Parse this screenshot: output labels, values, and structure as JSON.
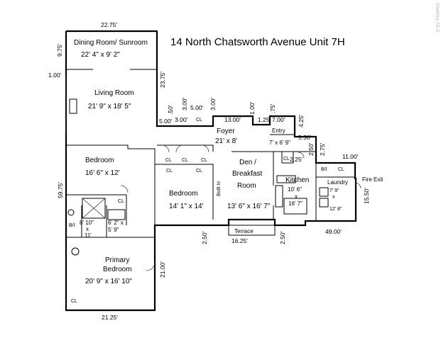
{
  "title": "14 North Chatsworth Avenue Unit 7H",
  "watermark": "OneKey MLS",
  "rooms": {
    "dining": {
      "name": "Dining Room/ Sunroom",
      "size": "22' 4\" x 9' 2\""
    },
    "living": {
      "name": "Living Room",
      "size": "21' 9\" x 18' 5\""
    },
    "bedroom1": {
      "name": "Bedroom",
      "size": "16' 6\" x 12'"
    },
    "bedroom2": {
      "name": "Bedroom",
      "size": "14' 1\" x 14'"
    },
    "primary": {
      "name1": "Primary",
      "name2": "Bedroom",
      "size": "20' 9\" x 16' 10\""
    },
    "foyer": {
      "name": "Foyer",
      "size": "21' x 8'"
    },
    "den": {
      "name1": "Den /",
      "name2": "Breakfast",
      "name3": "Room",
      "size": "13' 6\" x 16' 7\""
    },
    "kitchen": {
      "name": "Kitchen",
      "size1": "10' 6\"",
      "size2": "x",
      "size3": "16' 7\""
    },
    "entry": {
      "name": "Entry",
      "size": "7' x 6' 9\""
    },
    "laundry": {
      "name": "Laundry",
      "size1": "7' 9\"",
      "size2": "x",
      "size3": "12' 8\""
    },
    "bath1": {
      "size1": "8' 10\"",
      "size2": "x",
      "size3": "11'"
    },
    "bath2": {
      "size1": "6' 2\" x",
      "size2": "5' 9\""
    },
    "terrace": {
      "name": "Terrace"
    }
  },
  "labels": {
    "cl": "CL",
    "built_in": "Built In",
    "bi": "B/I",
    "fire_exit": "Fire Exit"
  },
  "dims": {
    "d22_75": "22.75'",
    "d9_75": "9.75'",
    "d1_00a": "1.00'",
    "d23_75": "23.75'",
    "d_50": ".50'",
    "d3_00a": "3.00'",
    "d5_00a": "5.00'",
    "d3_00b": "3.00'",
    "d5_00b": "5.00'",
    "d3_00c": "3.00'",
    "d13_00": "13.00'",
    "d1_00b": "1.00'",
    "d1_25": "1.25'",
    "d_75": ".75'",
    "d7_00": "7.00'",
    "d4_25": "4.25'",
    "d5_50": "5.50'",
    "d2_75": "2.75'",
    "d2_25": "2.25'",
    "d2_50a": "2.50'",
    "d11_00": "11.00'",
    "d15_50": "15.50'",
    "d49_00": "49.00'",
    "d59_75": "59.75'",
    "d21_00": "21.00'",
    "d21_25": "21.25'",
    "d2_50b": "2.50'",
    "d16_25": "16.25'",
    "d2_50c": "2.50'"
  }
}
